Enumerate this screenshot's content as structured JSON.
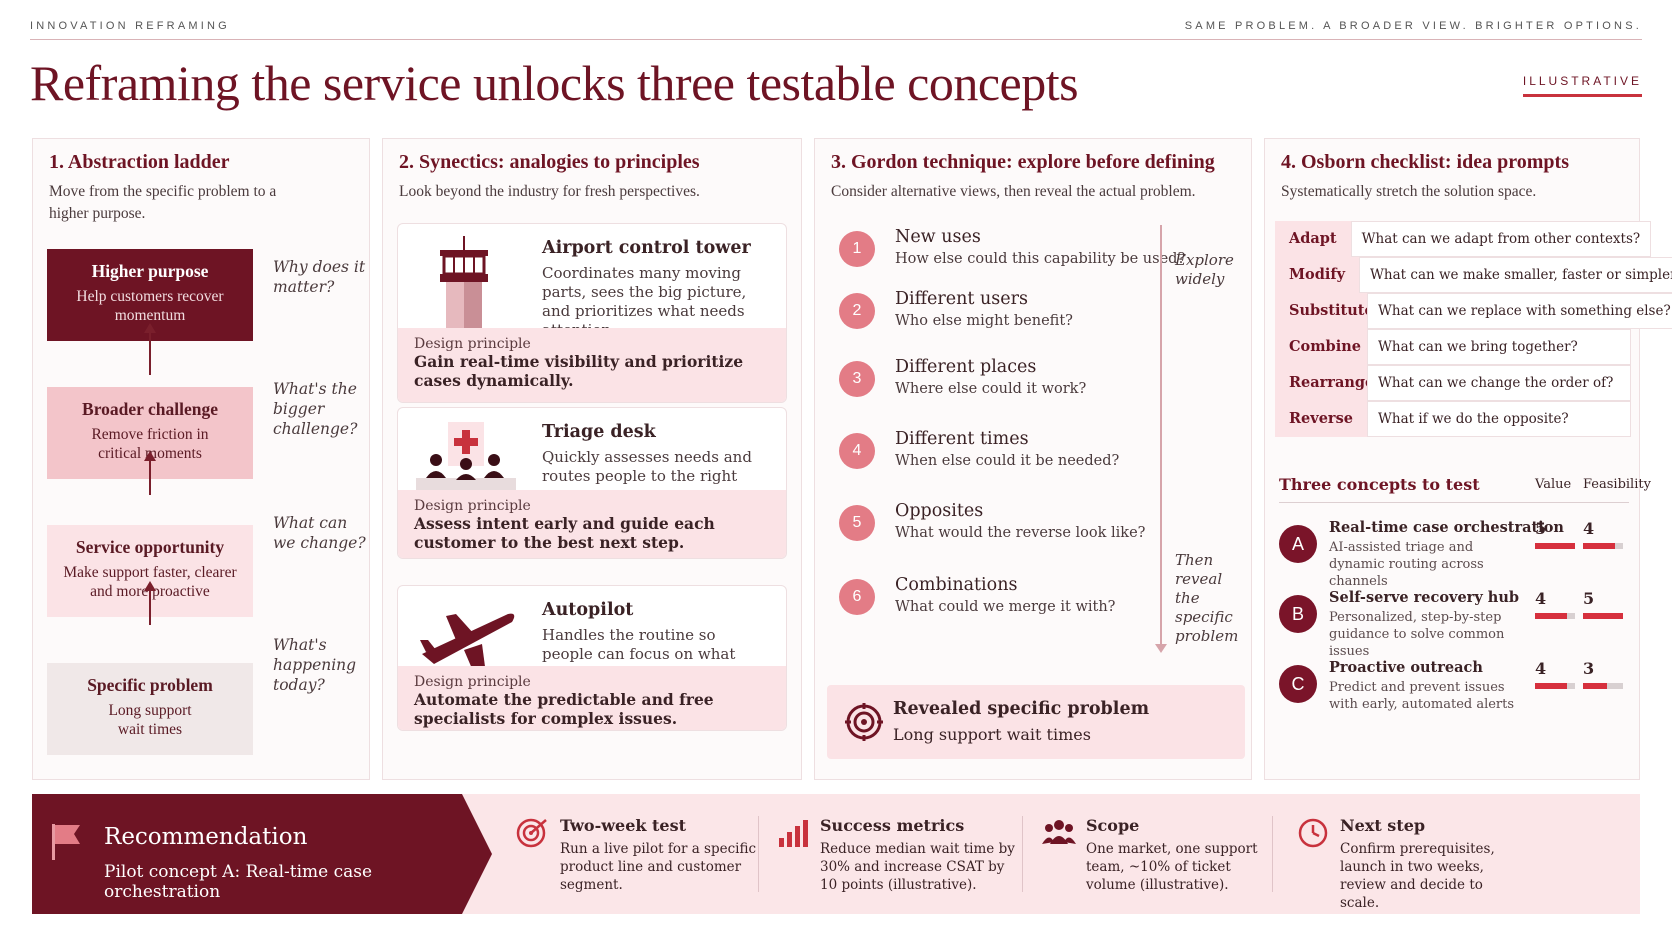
{
  "topbar": {
    "left": "INNOVATION REFRAMING",
    "right": "SAME PROBLEM. A BROADER VIEW. BRIGHTER OPTIONS."
  },
  "title": "Reframing the service unlocks three testable concepts",
  "badge": "ILLUSTRATIVE",
  "colors": {
    "brand": "#6e1424",
    "accent": "#d6303d",
    "pink": "#fbe3e6"
  },
  "panel1": {
    "heading": "1.  Abstraction ladder",
    "subtitle": "Move from the specific problem to a higher purpose.",
    "levels": [
      {
        "title": "Higher purpose",
        "desc": "Help customers recover momentum",
        "question": "Why does it matter?"
      },
      {
        "title": "Broader challenge",
        "desc": "Remove friction in critical moments",
        "question": "What's the bigger challenge?"
      },
      {
        "title": "Service opportunity",
        "desc": "Make support faster, clearer and more proactive",
        "question": "What can we change?"
      },
      {
        "title": "Specific problem",
        "desc": "Long support wait times",
        "question": "What's happening today?"
      }
    ]
  },
  "panel2": {
    "heading": "2.  Synectics: analogies to principles",
    "subtitle": "Look beyond the industry for fresh perspectives.",
    "principle_label": "Design principle",
    "cards": [
      {
        "title": "Airport control tower",
        "desc": "Coordinates many moving parts, sees the big picture, and prioritizes what needs attention.",
        "principle": "Gain real-time visibility and prioritize cases dynamically.",
        "icon": "control-tower-icon"
      },
      {
        "title": "Triage desk",
        "desc": "Quickly assesses needs and routes people to the right care.",
        "principle": "Assess intent early and guide each customer to the best next step.",
        "icon": "triage-desk-icon"
      },
      {
        "title": "Autopilot",
        "desc": "Handles the routine so people can focus on what matters most.",
        "principle": "Automate the predictable and free specialists for complex issues.",
        "icon": "airplane-icon"
      }
    ]
  },
  "panel3": {
    "heading": "3.  Gordon technique: explore before defining",
    "subtitle": "Consider alternative views, then reveal the actual problem.",
    "items": [
      {
        "num": "1",
        "title": "New uses",
        "desc": "How else could this capability be used?"
      },
      {
        "num": "2",
        "title": "Different users",
        "desc": "Who else might benefit?"
      },
      {
        "num": "3",
        "title": "Different places",
        "desc": "Where else could it work?"
      },
      {
        "num": "4",
        "title": "Different times",
        "desc": "When else could it be needed?"
      },
      {
        "num": "5",
        "title": "Opposites",
        "desc": "What would the reverse look like?"
      },
      {
        "num": "6",
        "title": "Combinations",
        "desc": "What could we merge it with?"
      }
    ],
    "explore_note": "Explore widely",
    "reveal_note": "Then reveal the specific problem",
    "reveal": {
      "title": "Revealed specific problem",
      "desc": "Long support wait times",
      "icon": "target-icon"
    }
  },
  "panel4": {
    "heading": "4.  Osborn checklist: idea prompts",
    "subtitle": "Systematically stretch the solution space.",
    "checklist": [
      {
        "key": "Adapt",
        "prompt": "What can we adapt from other contexts?"
      },
      {
        "key": "Modify",
        "prompt": "What can we make smaller, faster or simpler?"
      },
      {
        "key": "Substitute",
        "prompt": "What can we replace with something else?"
      },
      {
        "key": "Combine",
        "prompt": "What can we bring together?"
      },
      {
        "key": "Rearrange",
        "prompt": "What can we change the order of?"
      },
      {
        "key": "Reverse",
        "prompt": "What if we do the opposite?"
      }
    ],
    "concepts_title": "Three concepts to test",
    "value_label": "Value",
    "feasibility_label": "Feasibility",
    "score_max": 5,
    "concepts": [
      {
        "letter": "A",
        "name": "Real-time case orchestration",
        "desc": "AI-assisted triage and dynamic routing across channels",
        "value": 5,
        "feasibility": 4
      },
      {
        "letter": "B",
        "name": "Self-serve recovery hub",
        "desc": "Personalized, step-by-step guidance to solve common issues",
        "value": 4,
        "feasibility": 5
      },
      {
        "letter": "C",
        "name": "Proactive outreach",
        "desc": "Predict and prevent issues with early, automated alerts",
        "value": 4,
        "feasibility": 3
      }
    ]
  },
  "bottom": {
    "rec_title": "Recommendation",
    "rec_desc": "Pilot concept A: Real-time case orchestration",
    "items": [
      {
        "title": "Two-week test",
        "desc": "Run a live pilot for a specific product line and customer segment.",
        "icon": "target-icon"
      },
      {
        "title": "Success metrics",
        "desc": "Reduce median wait time by 30% and increase CSAT by 10 points (illustrative).",
        "icon": "bar-chart-icon"
      },
      {
        "title": "Scope",
        "desc": "One market, one support team, ~10% of ticket volume (illustrative).",
        "icon": "team-icon"
      },
      {
        "title": "Next step",
        "desc": "Confirm prerequisites, launch in two weeks, review and decide to scale.",
        "icon": "clock-icon"
      }
    ]
  }
}
